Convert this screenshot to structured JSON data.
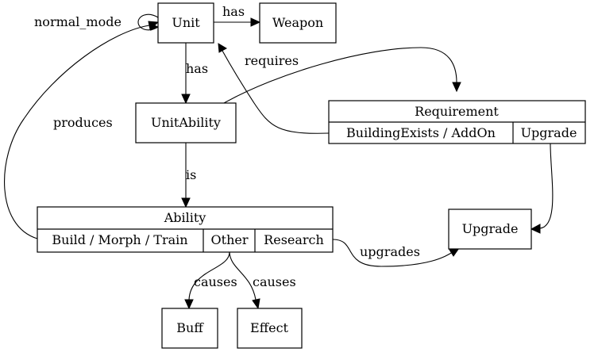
{
  "nodes": {
    "unit": "Unit",
    "weapon": "Weapon",
    "unit_ability": "UnitAbility",
    "buff": "Buff",
    "effect": "Effect",
    "upgrade": "Upgrade",
    "requirement": {
      "title": "Requirement",
      "fields": [
        "BuildingExists / AddOn",
        "Upgrade"
      ]
    },
    "ability": {
      "title": "Ability",
      "fields": [
        "Build / Morph / Train",
        "Other",
        "Research"
      ]
    }
  },
  "edges": {
    "unit_self": "normal_mode",
    "unit_weapon": "has",
    "unit_unitability": "has",
    "unitability_requirement": "requires",
    "unitability_ability": "is",
    "ability_unit": "produces",
    "ability_upgrade": "upgrades",
    "other_buff": "causes",
    "other_effect": "causes"
  }
}
